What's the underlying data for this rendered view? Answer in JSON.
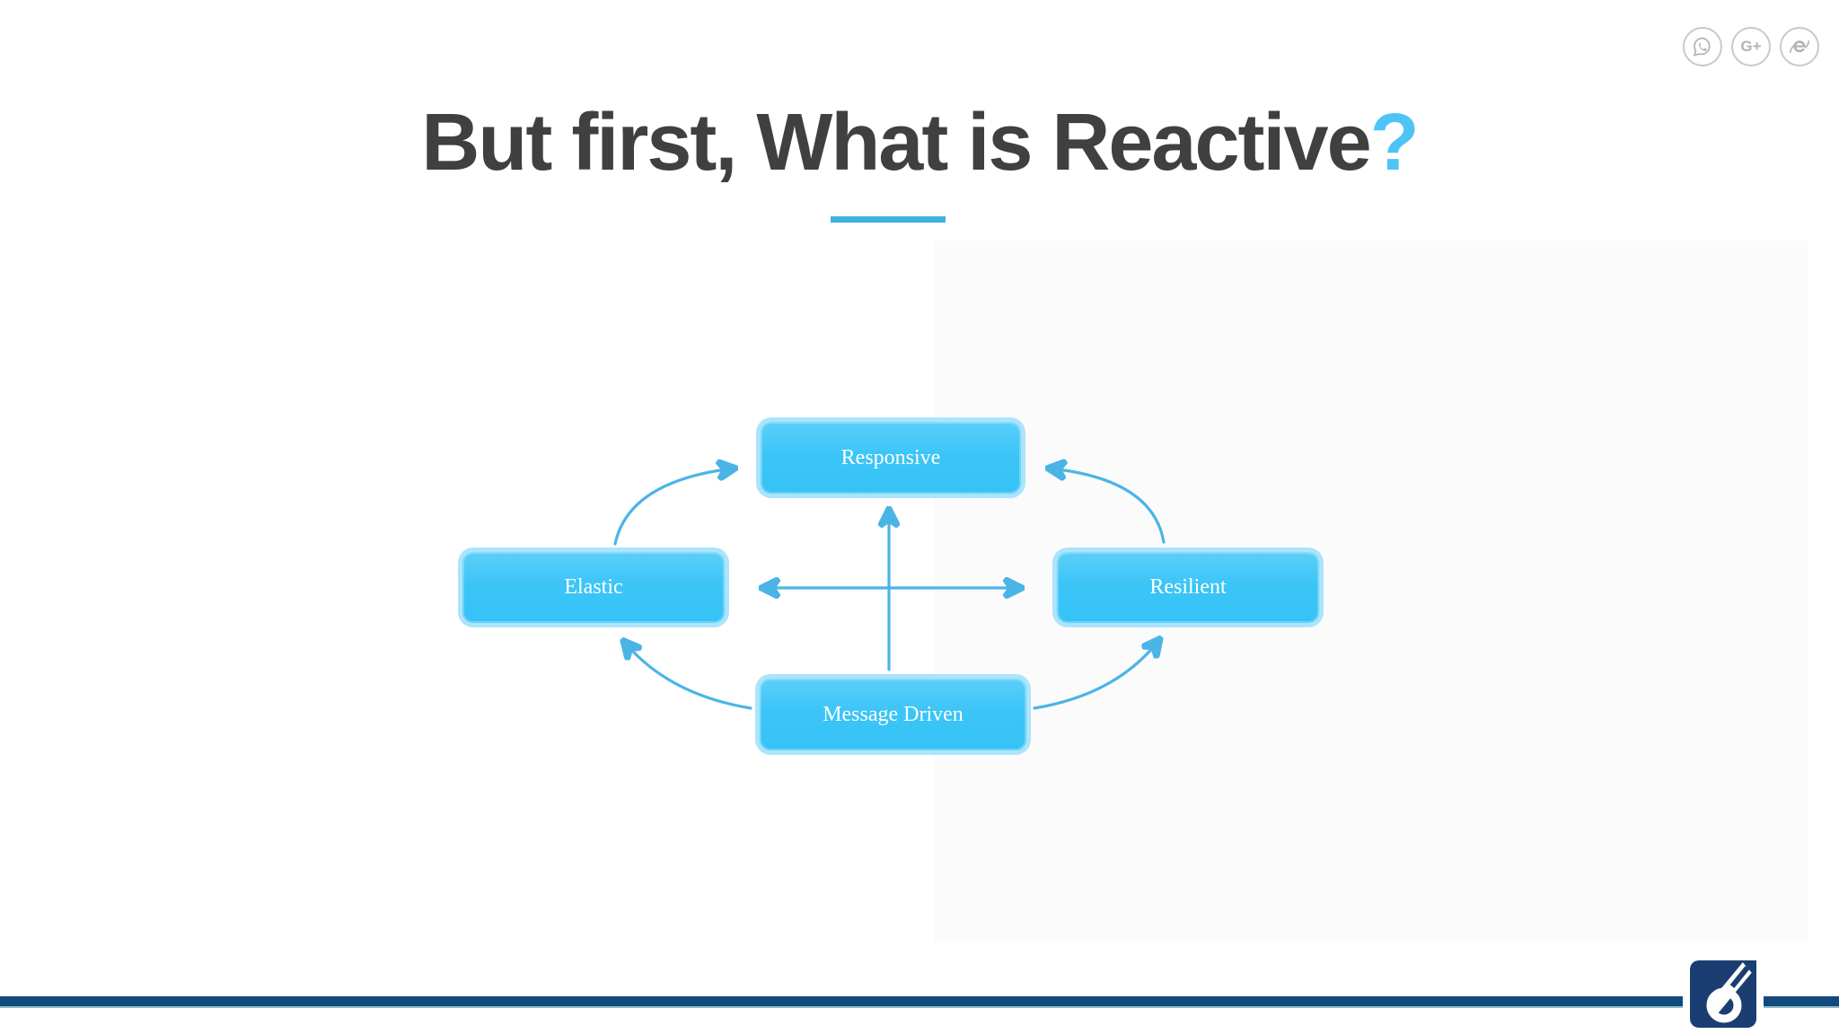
{
  "slide": {
    "title": {
      "main": "But first, What is Reactive",
      "accent": "?"
    },
    "title_color": "#3f4040",
    "accent_color": "#4ec4f6",
    "underline_color": "#3fb0e2"
  },
  "header": {
    "share_icons": [
      {
        "name": "whatsapp-icon"
      },
      {
        "name": "google-plus-icon",
        "glyph": "G+"
      },
      {
        "name": "internet-explorer-icon"
      }
    ]
  },
  "diagram": {
    "nodes": [
      {
        "id": "responsive",
        "label": "Responsive"
      },
      {
        "id": "elastic",
        "label": "Elastic"
      },
      {
        "id": "resilient",
        "label": "Resilient"
      },
      {
        "id": "message-driven",
        "label": "Message Driven"
      }
    ],
    "edges": [
      {
        "from": "elastic",
        "to": "responsive",
        "style": "curved"
      },
      {
        "from": "resilient",
        "to": "responsive",
        "style": "curved"
      },
      {
        "from": "message-driven",
        "to": "elastic",
        "style": "curved"
      },
      {
        "from": "message-driven",
        "to": "resilient",
        "style": "curved"
      },
      {
        "from": "message-driven",
        "to": "responsive",
        "style": "straight"
      },
      {
        "from": "elastic",
        "to": "resilient",
        "style": "straight",
        "bidirectional": true
      }
    ],
    "box_fill": "#3cc5f7",
    "box_ring": "#abe4fb",
    "box_text_color": "#ffffff",
    "arrow_color": "#4bb4e6"
  },
  "footer": {
    "bar_color": "#14497e",
    "logo": {
      "name": "o-acute-logo",
      "color": "#1b3e72"
    }
  }
}
